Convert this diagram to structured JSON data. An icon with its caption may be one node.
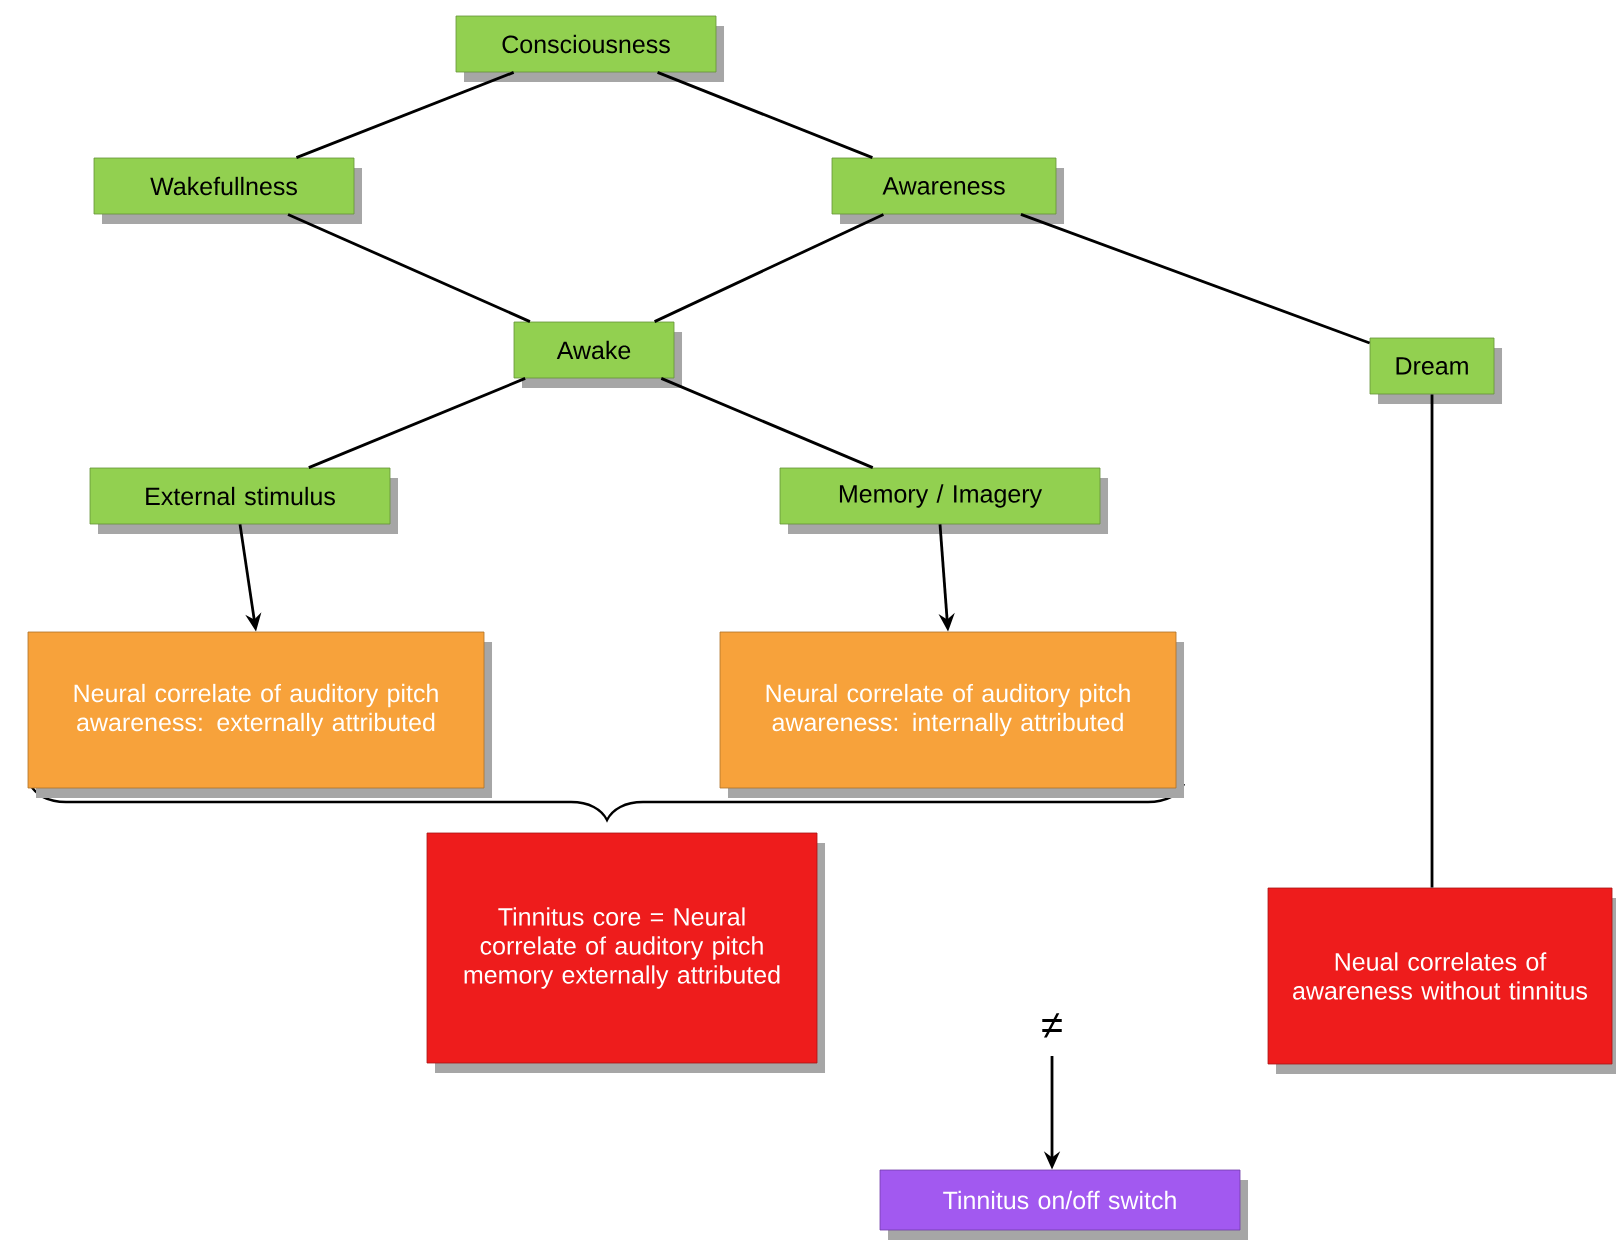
{
  "diagram": {
    "nodes": [
      {
        "text": [
          "Consciousness"
        ]
      },
      {
        "text": [
          "Wakefullness"
        ]
      },
      {
        "text": [
          "Awareness"
        ]
      },
      {
        "text": [
          "Awake"
        ]
      },
      {
        "text": [
          "Dream"
        ]
      },
      {
        "text": [
          "External stimulus"
        ]
      },
      {
        "text": [
          "Memory / Imagery"
        ]
      },
      {
        "text": [
          "Neural correlate of auditory pitch awareness: externally attributed"
        ]
      },
      {
        "text": [
          "Neural correlate of auditory pitch awareness: internally attributed"
        ]
      },
      {
        "text": [
          "Tinnitus core = Neural correlate of auditory pitch memory externally attributed"
        ]
      },
      {
        "text": [
          "Neual correlates of awareness without tinnitus"
        ]
      },
      {
        "text": [
          "Tinnitus on/off switch"
        ]
      }
    ],
    "edges": [
      {
        "from": 0,
        "to": 1,
        "arrow": "none"
      },
      {
        "from": 0,
        "to": 2,
        "arrow": "none"
      },
      {
        "from": 1,
        "to": 3,
        "arrow": "none"
      },
      {
        "from": 2,
        "to": 3,
        "arrow": "none"
      },
      {
        "from": 2,
        "to": 4,
        "arrow": "none"
      },
      {
        "from": 3,
        "to": 5,
        "arrow": "none"
      },
      {
        "from": 3,
        "to": 6,
        "arrow": "none"
      },
      {
        "from": 5,
        "to": 7,
        "arrow": "to"
      },
      {
        "from": 6,
        "to": 8,
        "arrow": "to"
      },
      {
        "from": 4,
        "to": 10,
        "arrow": "none"
      },
      {
        "from": null,
        "to": 11,
        "arrow": "to"
      }
    ],
    "labels": [
      "≠"
    ]
  }
}
